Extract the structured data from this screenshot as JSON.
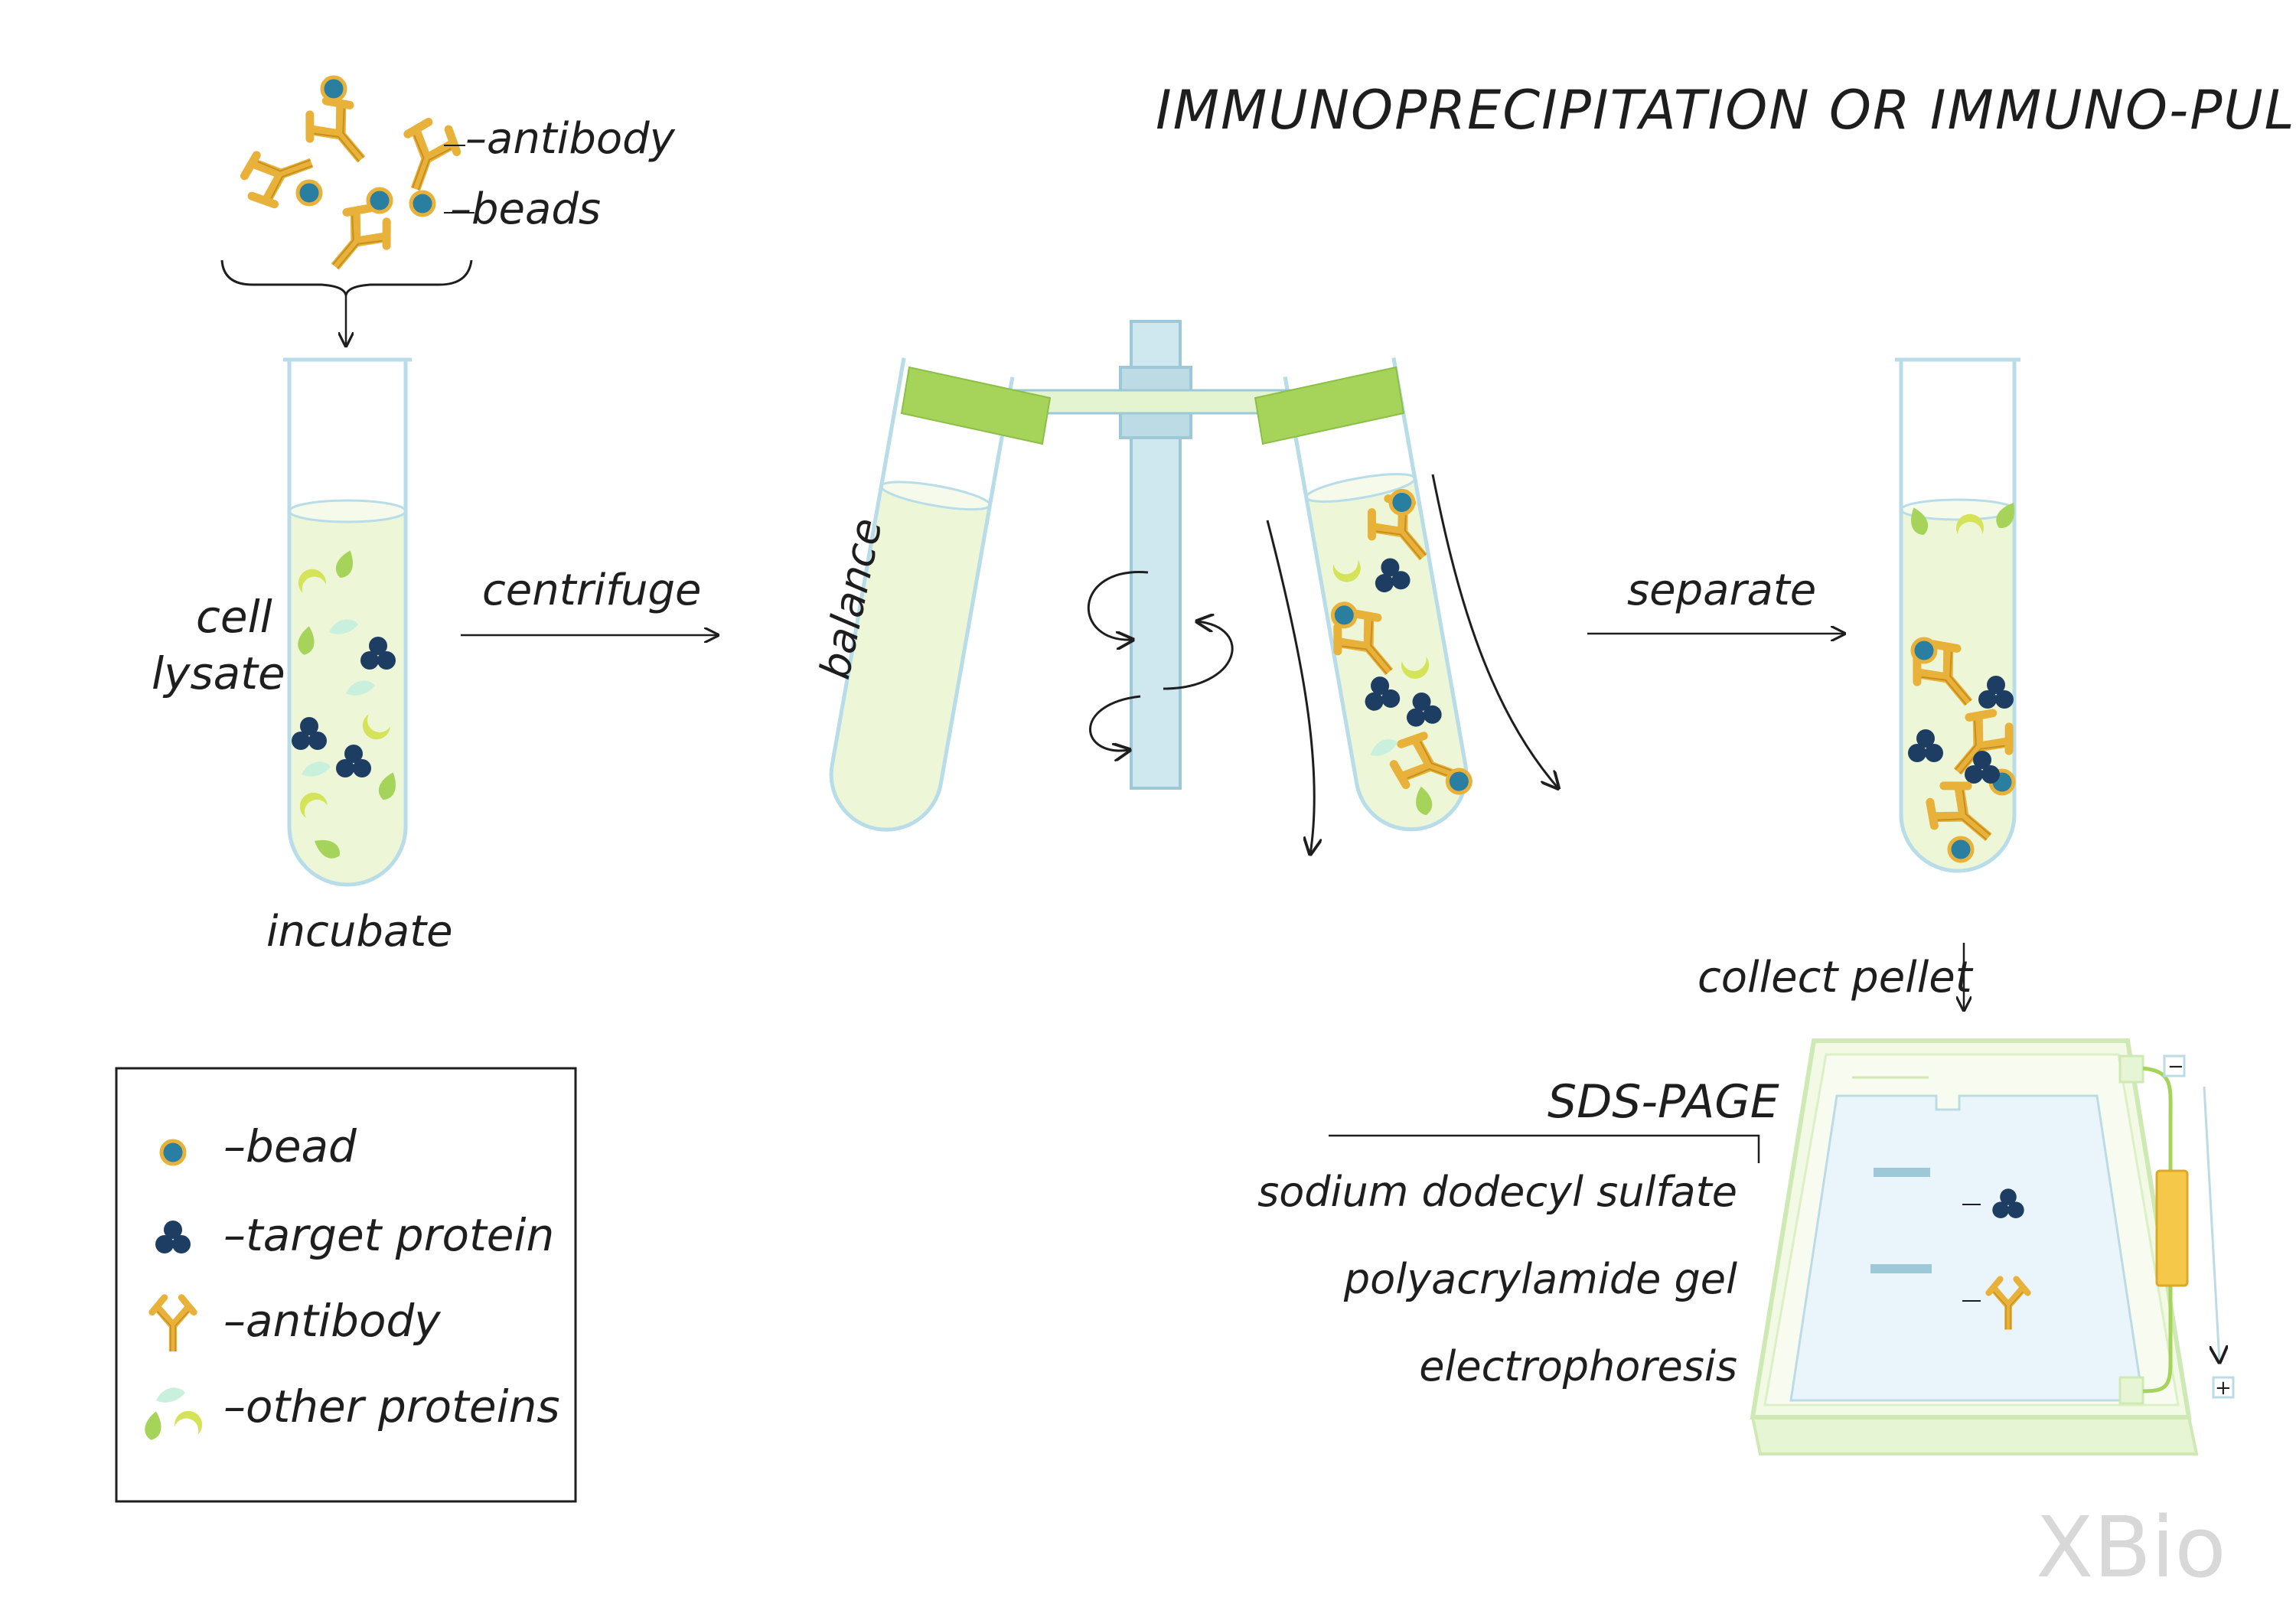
{
  "title": "IMMUNOPRECIPITATION OR IMMUNO-PULLDOWN",
  "reagents": {
    "antibody_label": "–antibody",
    "beads_label": "–beads"
  },
  "labels": {
    "cell_lysate_1": "cell",
    "cell_lysate_2": "lysate",
    "incubate": "incubate",
    "centrifuge": "centrifuge",
    "balance": "balance",
    "separate": "separate",
    "collect_pellet": "collect pellet"
  },
  "sds": {
    "title": "SDS-PAGE",
    "line1": "sodium dodecyl sulfate",
    "line2": "polyacrylamide gel",
    "line3": "electrophoresis",
    "minus": "−",
    "plus": "+"
  },
  "legend": {
    "items": [
      {
        "icon": "bead-icon",
        "label": "–bead"
      },
      {
        "icon": "target-protein-icon",
        "label": "–target protein"
      },
      {
        "icon": "antibody-icon",
        "label": "–antibody"
      },
      {
        "icon": "other-proteins-icon",
        "label": "–other proteins"
      }
    ]
  },
  "logo": "XBio",
  "colors": {
    "antibody": "#e8b23a",
    "bead": "#2a7fa0",
    "target": "#1d3d63",
    "lysate": "#eef6d8",
    "rotor": "#cfe7ef",
    "clamp": "#a6d45a"
  }
}
